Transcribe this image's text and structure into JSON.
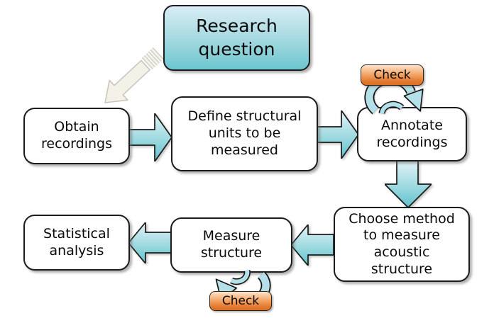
{
  "diagram": {
    "type": "flowchart",
    "nodes": {
      "research_question": {
        "label": "Research\nquestion"
      },
      "obtain_recordings": {
        "label": "Obtain\nrecordings"
      },
      "define_units": {
        "label": "Define structural\nunits to be\nmeasured"
      },
      "annotate_recordings": {
        "label": "Annotate\nrecordings"
      },
      "choose_method": {
        "label": "Choose method\nto measure\nacoustic\nstructure"
      },
      "measure_structure": {
        "label": "Measure\nstructure"
      },
      "statistical_analysis": {
        "label": "Statistical\nanalysis"
      },
      "check_top": {
        "label": "Check"
      },
      "check_bottom": {
        "label": "Check"
      }
    },
    "edges": [
      {
        "from": "research_question",
        "to": "obtain_recordings",
        "style": "faded-sketch"
      },
      {
        "from": "obtain_recordings",
        "to": "define_units",
        "style": "block-right"
      },
      {
        "from": "define_units",
        "to": "annotate_recordings",
        "style": "block-right"
      },
      {
        "from": "check_top",
        "to": "annotate_recordings",
        "style": "loop"
      },
      {
        "from": "annotate_recordings",
        "to": "choose_method",
        "style": "block-down"
      },
      {
        "from": "choose_method",
        "to": "measure_structure",
        "style": "block-left"
      },
      {
        "from": "check_bottom",
        "to": "measure_structure",
        "style": "loop"
      },
      {
        "from": "measure_structure",
        "to": "statistical_analysis",
        "style": "block-left"
      }
    ]
  },
  "colors": {
    "node-fill-top": "#d9edf5",
    "node-fill-bottom": "#6cc6cf",
    "arrow-light": "#e2f2f6",
    "arrow-teal": "#5fc3cc",
    "loop-fill": "#b4e0e9",
    "check-top": "#fbe4cd",
    "check-mid": "#f3a465",
    "check-bottom": "#dd6f28",
    "box-border": "#1c1c1c",
    "fade-fill": "#f4f2e8",
    "fade-stroke": "#c9c7bc",
    "text": "#0a0a0a"
  }
}
